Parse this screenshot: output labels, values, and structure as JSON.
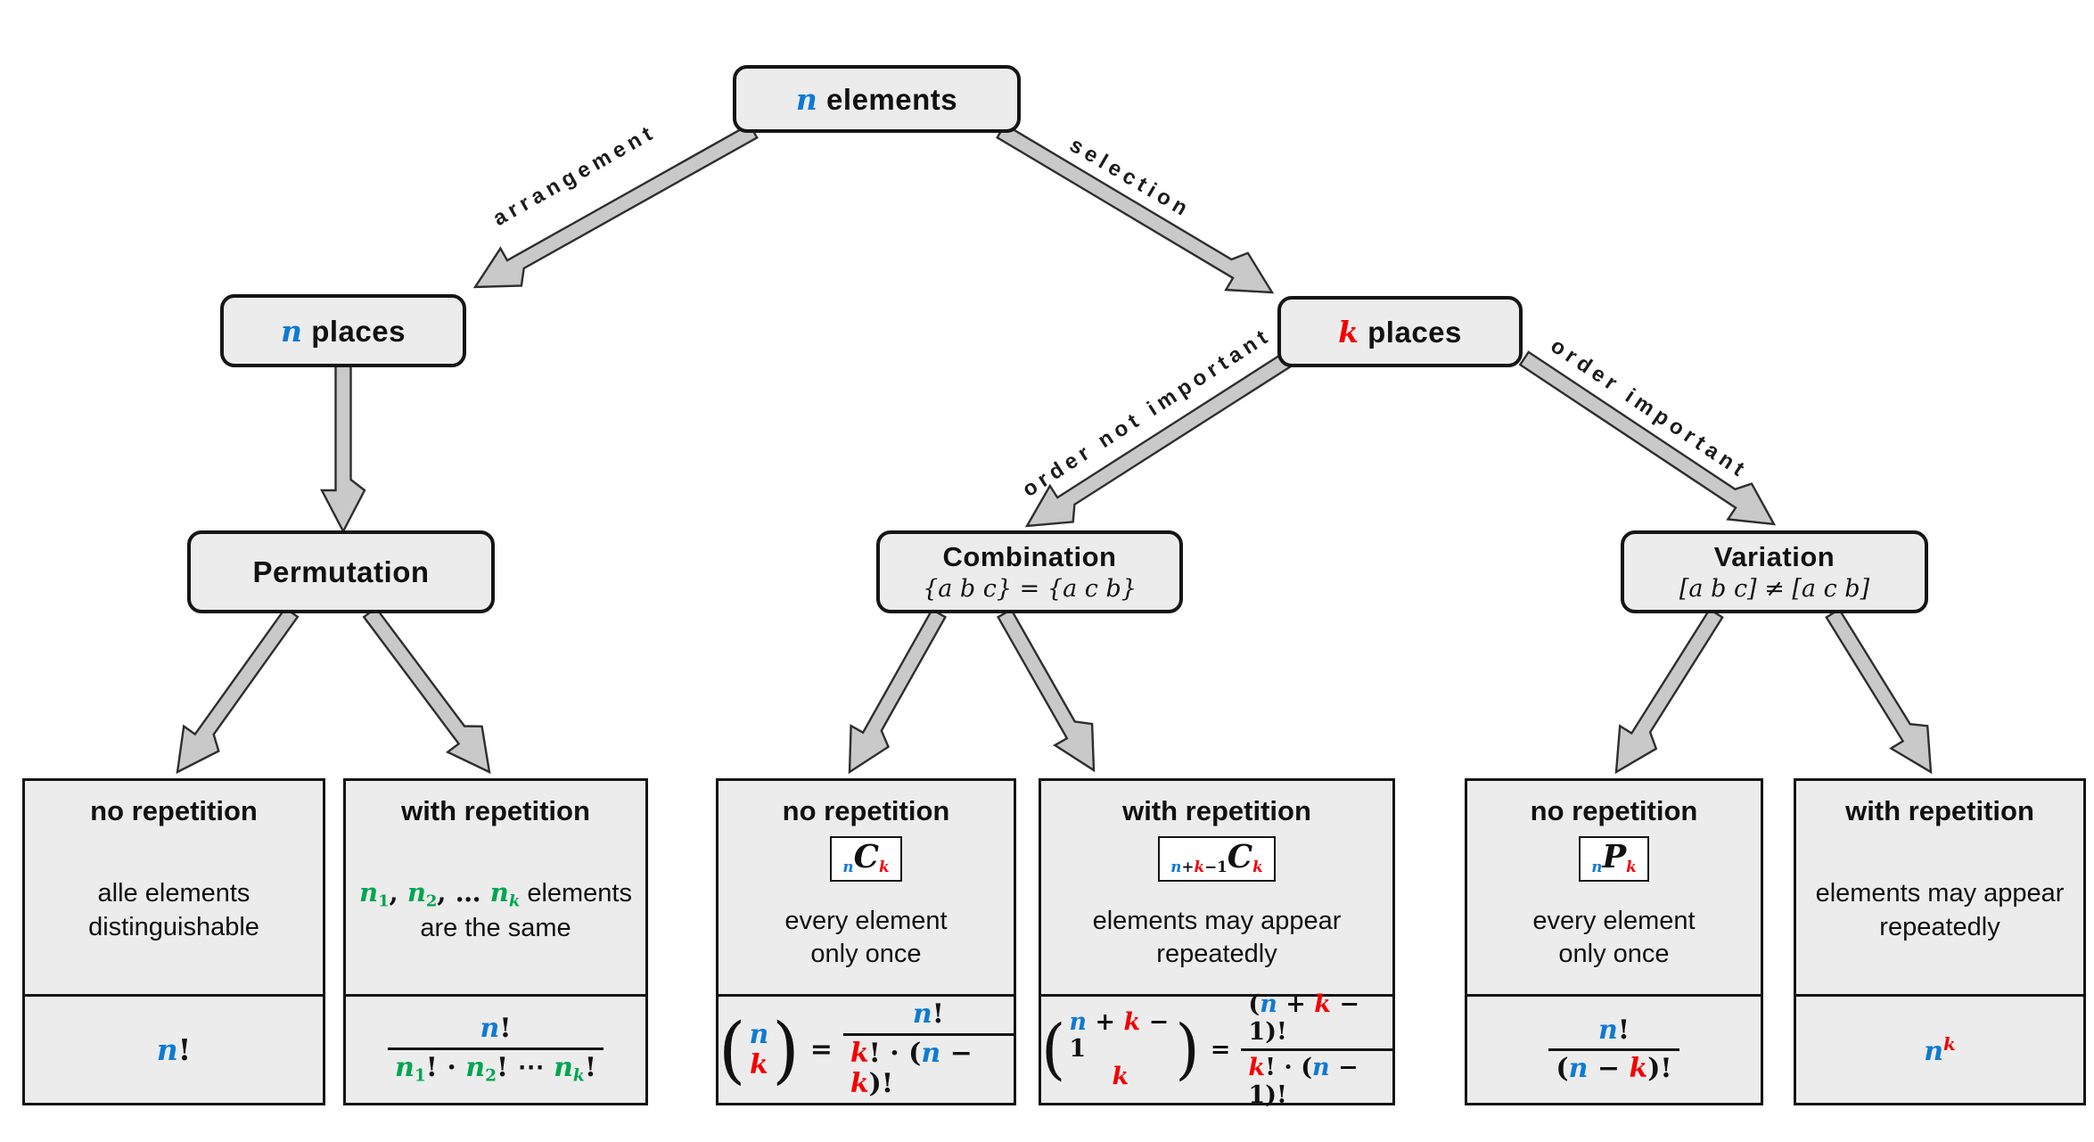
{
  "colors": {
    "math_blue": "#0f7ad2",
    "math_red": "#f40000",
    "math_green": "#00a651",
    "box_fill": "#ececec",
    "arrow_fill": "#c9c9c9"
  },
  "nodes": {
    "root": {
      "segs": [
        {
          "t": "n",
          "c": "mi blue"
        },
        {
          "t": " elements",
          "c": ""
        }
      ]
    },
    "n_places": {
      "segs": [
        {
          "t": "n",
          "c": "mi blue"
        },
        {
          "t": " places",
          "c": ""
        }
      ]
    },
    "k_places": {
      "segs": [
        {
          "t": "k",
          "c": "mi red"
        },
        {
          "t": " places",
          "c": ""
        }
      ]
    },
    "permutation": {
      "title": "Permutation"
    },
    "combination": {
      "title": "Combination",
      "subtitle": "{a b c} = {a c b}"
    },
    "variation": {
      "title": "Variation",
      "subtitle": "[a b c] ≠ [a c b]"
    }
  },
  "edges": {
    "arrangement": "arrangement",
    "selection": "selection",
    "order_not_important": "order not important",
    "order_important": "order important"
  },
  "leaves": [
    {
      "header": "no repetition",
      "desc": [
        {
          "t": "alle elements",
          "c": ""
        },
        {
          "br": true
        },
        {
          "t": "distinguishable",
          "c": ""
        }
      ],
      "formula": [
        {
          "t": "n",
          "c": "mi blue"
        },
        {
          "t": "!",
          "c": "mu"
        }
      ]
    },
    {
      "header": "with repetition",
      "desc": [
        {
          "t": "n",
          "c": "mi green"
        },
        {
          "t": "1",
          "c": "sub mu green"
        },
        {
          "t": ", ",
          "c": "mu"
        },
        {
          "t": "n",
          "c": "mi green"
        },
        {
          "t": "2",
          "c": "sub mu green"
        },
        {
          "t": ", … ",
          "c": "mu"
        },
        {
          "t": "n",
          "c": "mi green"
        },
        {
          "t": "k",
          "c": "sub mi green"
        },
        {
          "t": " elements",
          "c": ""
        },
        {
          "br": true
        },
        {
          "t": "are the same",
          "c": ""
        }
      ],
      "num": [
        {
          "t": "n",
          "c": "mi blue"
        },
        {
          "t": "!",
          "c": "mu"
        }
      ],
      "den": [
        {
          "t": "n",
          "c": "mi green"
        },
        {
          "t": "1",
          "c": "sub mu green"
        },
        {
          "t": "! · ",
          "c": "mu"
        },
        {
          "t": "n",
          "c": "mi green"
        },
        {
          "t": "2",
          "c": "sub mu green"
        },
        {
          "t": "! ⋯ ",
          "c": "mu"
        },
        {
          "t": "n",
          "c": "mi green"
        },
        {
          "t": "k",
          "c": "sub mi green"
        },
        {
          "t": "!",
          "c": "mu"
        }
      ]
    },
    {
      "header": "no repetition",
      "badge": [
        {
          "t": "n",
          "c": "sub mi blue"
        },
        {
          "t": "C",
          "c": "mi big"
        },
        {
          "t": "k",
          "c": "sub mi red"
        }
      ],
      "desc": [
        {
          "t": "every element",
          "c": ""
        },
        {
          "br": true
        },
        {
          "t": "only once",
          "c": ""
        }
      ],
      "pl": "(",
      "pr": ")",
      "eq": "=",
      "binom_top": [
        {
          "t": "n",
          "c": "mi blue"
        }
      ],
      "binom_bot": [
        {
          "t": "k",
          "c": "mi red"
        }
      ],
      "num": [
        {
          "t": "n",
          "c": "mi blue"
        },
        {
          "t": "!",
          "c": "mu"
        }
      ],
      "den": [
        {
          "t": "k",
          "c": "mi red"
        },
        {
          "t": "! · (",
          "c": "mu"
        },
        {
          "t": "n",
          "c": "mi blue"
        },
        {
          "t": " − ",
          "c": "mu"
        },
        {
          "t": "k",
          "c": "mi red"
        },
        {
          "t": ")!",
          "c": "mu"
        }
      ]
    },
    {
      "header": "with repetition",
      "badge": [
        {
          "t": "n",
          "c": "sub mi blue"
        },
        {
          "t": "+",
          "c": "sub mu"
        },
        {
          "t": "k",
          "c": "sub mi red"
        },
        {
          "t": "−1",
          "c": "sub mu"
        },
        {
          "t": "C",
          "c": "mi big"
        },
        {
          "t": "k",
          "c": "sub mi red"
        }
      ],
      "desc": [
        {
          "t": "elements may appear",
          "c": ""
        },
        {
          "br": true
        },
        {
          "t": "repeatedly",
          "c": ""
        }
      ],
      "pl": "(",
      "pr": ")",
      "eq": "=",
      "binom_top": [
        {
          "t": "n",
          "c": "mi blue"
        },
        {
          "t": " + ",
          "c": "mu"
        },
        {
          "t": "k",
          "c": "mi red"
        },
        {
          "t": " − 1",
          "c": "mu"
        }
      ],
      "binom_bot": [
        {
          "t": "k",
          "c": "mi red"
        }
      ],
      "num": [
        {
          "t": "(",
          "c": "mu"
        },
        {
          "t": "n",
          "c": "mi blue"
        },
        {
          "t": " + ",
          "c": "mu"
        },
        {
          "t": "k",
          "c": "mi red"
        },
        {
          "t": " − 1",
          "c": "mu"
        },
        {
          "t": ")!",
          "c": "mu"
        }
      ],
      "den": [
        {
          "t": "k",
          "c": "mi red"
        },
        {
          "t": "! · (",
          "c": "mu"
        },
        {
          "t": "n",
          "c": "mi blue"
        },
        {
          "t": " − 1",
          "c": "mu"
        },
        {
          "t": ")!",
          "c": "mu"
        }
      ]
    },
    {
      "header": "no repetition",
      "badge": [
        {
          "t": "n",
          "c": "sub mi blue"
        },
        {
          "t": "P",
          "c": "mi big"
        },
        {
          "t": "k",
          "c": "sub mi red"
        }
      ],
      "desc": [
        {
          "t": "every element",
          "c": ""
        },
        {
          "br": true
        },
        {
          "t": "only once",
          "c": ""
        }
      ],
      "num": [
        {
          "t": "n",
          "c": "mi blue"
        },
        {
          "t": "!",
          "c": "mu"
        }
      ],
      "den": [
        {
          "t": "(",
          "c": "mu"
        },
        {
          "t": "n",
          "c": "mi blue"
        },
        {
          "t": " − ",
          "c": "mu"
        },
        {
          "t": "k",
          "c": "mi red"
        },
        {
          "t": ")!",
          "c": "mu"
        }
      ]
    },
    {
      "header": "with repetition",
      "desc": [
        {
          "t": "elements may appear",
          "c": ""
        },
        {
          "br": true
        },
        {
          "t": "repeatedly",
          "c": ""
        }
      ],
      "formula": [
        {
          "t": "n",
          "c": "mi blue"
        },
        {
          "t": "k",
          "c": "sup mi red"
        }
      ]
    }
  ]
}
